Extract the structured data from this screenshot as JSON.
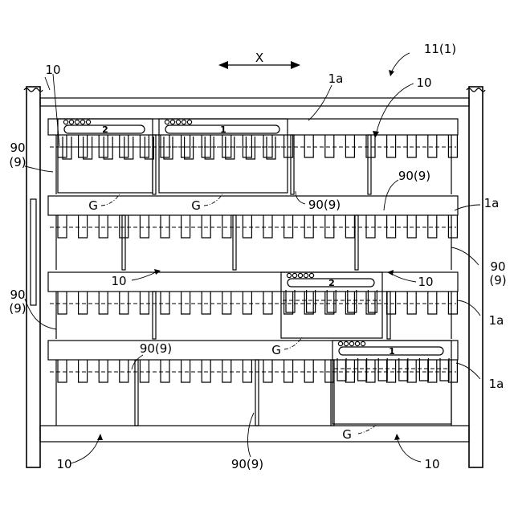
{
  "labels": {
    "direction": "X",
    "ref_11": "11(1)",
    "ref_10": "10",
    "ref_1a": "1a",
    "ref_90_9": "90(9)",
    "ref_90": "90",
    "ref_9": "(9)",
    "ref_G": "G"
  },
  "cassette_tags": {
    "c1": "1",
    "c2": "2"
  },
  "colors": {
    "line": "#000000",
    "cassette_fill": "#d9d9d9",
    "background": "#ffffff"
  }
}
